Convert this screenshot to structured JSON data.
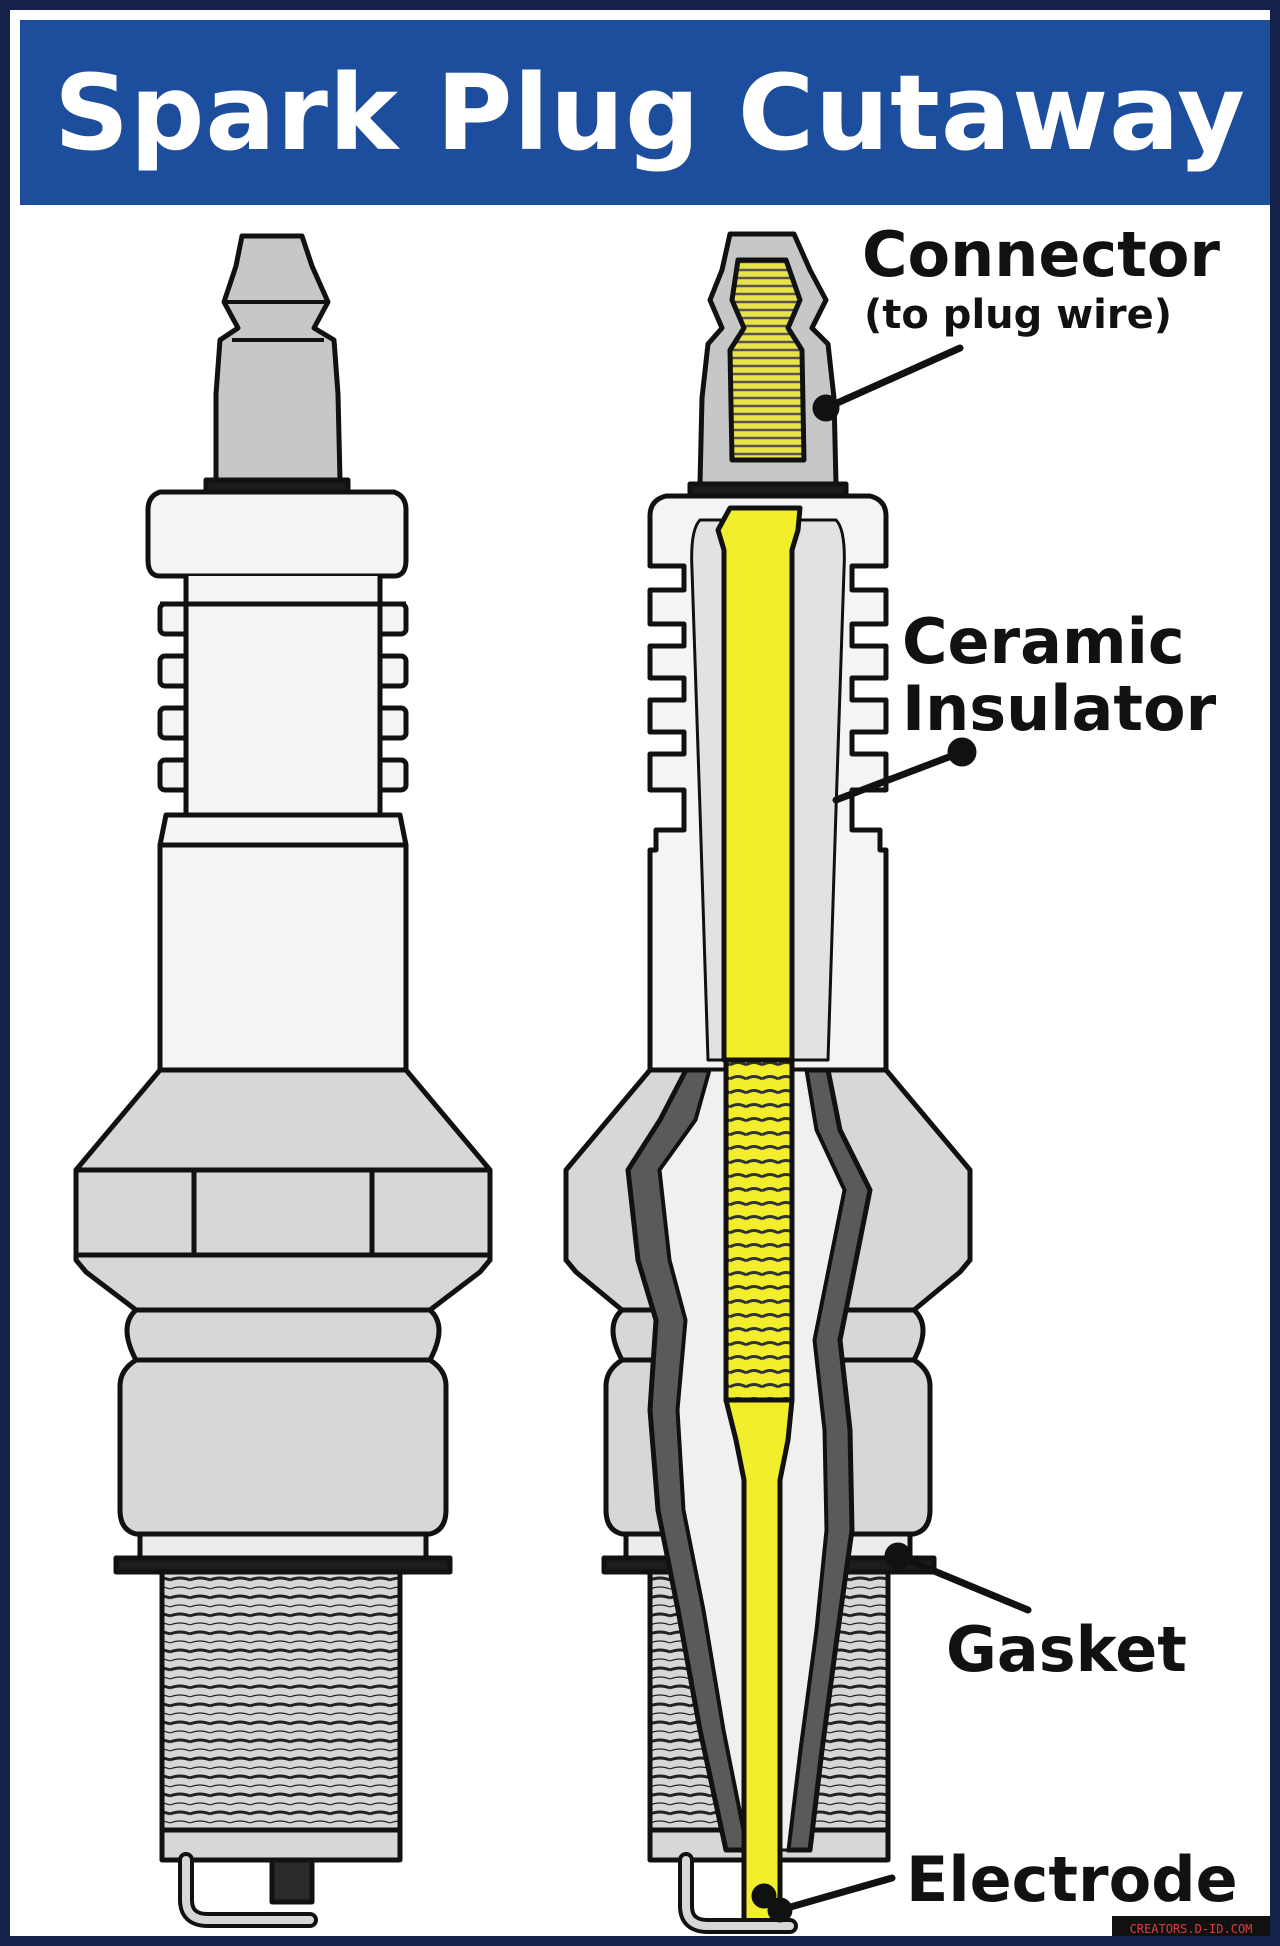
{
  "title": "Spark Plug Cutaway",
  "labels": {
    "connector": "Connector",
    "connector_sub": "(to plug wire)",
    "ceramic_line1": "Ceramic",
    "ceramic_line2": "Insulator",
    "gasket": "Gasket",
    "electrode": "Electrode"
  },
  "watermark": "CREATORS.D-ID.COM",
  "colors": {
    "banner": "#1d4e9e",
    "frame": "#14214a",
    "metal": "#d7d7d7",
    "ceramic": "#f4f4f4",
    "conductor": "#f2ee2c",
    "outline": "#111111"
  }
}
